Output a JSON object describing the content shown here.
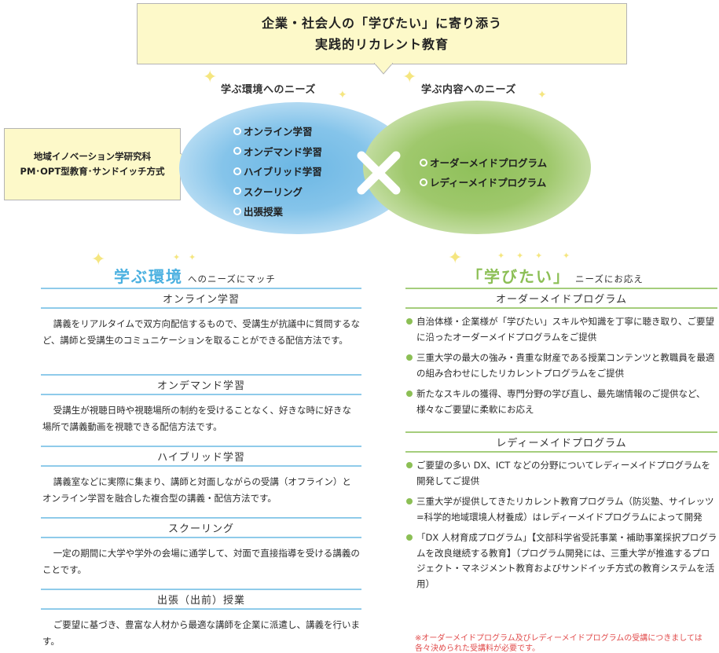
{
  "title": {
    "line1": "企業・社会人の「学びたい」に寄り添う",
    "line2": "実践的リカレント教育"
  },
  "needs": {
    "environment_label": "学ぶ環境へのニーズ",
    "content_label": "学ぶ内容へのニーズ"
  },
  "side_note": {
    "line1": "地域イノベーション学研究科",
    "line2": "PM･OPT型教育･サンドイッチ方式"
  },
  "venn": {
    "environment_items": [
      "オンライン学習",
      "オンデマンド学習",
      "ハイブリッド学習",
      "スクーリング",
      "出張授業"
    ],
    "content_items": [
      "オーダーメイドプログラム",
      "レディーメイドプログラム"
    ],
    "cross_symbol": "multiply-cross-icon"
  },
  "left_section": {
    "header_big": "学ぶ環境",
    "header_small": "へのニーズにマッチ",
    "items": [
      {
        "title": "オンライン学習",
        "desc": "講義をリアルタイムで双方向配信するもので、受講生が抗議中に質問するなど、講師と受講生のコミュニケーションを取ることができる配信方法です。"
      },
      {
        "title": "オンデマンド学習",
        "desc": "受講生が視聴日時や視聴場所の制約を受けることなく、好きな時に好きな場所で講義動画を視聴できる配信方法です。"
      },
      {
        "title": "ハイブリッド学習",
        "desc": "講義室などに実際に集まり、講師と対面しながらの受講（オフライン）とオンライン学習を融合した複合型の講義・配信方法です。"
      },
      {
        "title": "スクーリング",
        "desc": "一定の期間に大学や学外の会場に通学して、対面で直接指導を受ける講義のことです。"
      },
      {
        "title": "出張（出前）授業",
        "desc": "ご要望に基づき、豊富な人材から最適な講師を企業に派遣し、講義を行います。"
      }
    ]
  },
  "right_section": {
    "header_big": "「学びたい」",
    "header_small": "ニーズにお応え",
    "order_made": {
      "title": "オーダーメイドプログラム",
      "bullets": [
        "自治体様・企業様が「学びたい」スキルや知識を丁寧に聴き取り、ご要望に沿ったオーダーメイドプログラムをご提供",
        "三重大学の最大の強み・貴重な財産である授業コンテンツと教職員を最適の組み合わせにしたリカレントプログラムをご提供",
        "新たなスキルの獲得、専門分野の学び直し、最先端情報のご提供など、様々なご要望に柔軟にお応え"
      ]
    },
    "ready_made": {
      "title": "レディーメイドプログラム",
      "bullets": [
        "ご要望の多い DX、ICT などの分野についてレディーメイドプログラムを開発してご提供",
        "三重大学が提供してきたリカレント教育プログラム（防災塾、サイレッツ=科学的地域環境人材養成）はレディーメイドプログラムによって開発",
        "「DX 人材育成プログラム」【文部科学省受託事業・補助事業採択プログラムを改良継続する教育】（プログラム開発には、三重大学が推進するプロジェクト・マネジメント教育およびサンドイッチ方式の教育システムを活用）"
      ]
    },
    "footnote": "※オーダーメイドプログラム及びレディーメイドプログラムの受講につきましては各々決められた受講料が必要です。"
  },
  "colors": {
    "blue_accent": "#4ab0e0",
    "green_accent": "#8cbf55",
    "note_red": "#e14b4b",
    "yellow_box": "#fdf9c9"
  }
}
